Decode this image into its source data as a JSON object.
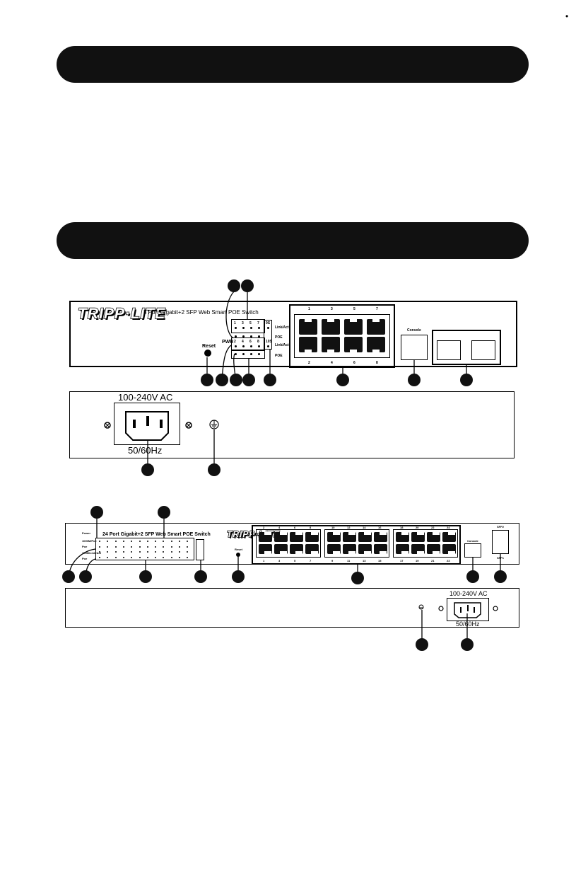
{
  "page": {
    "corner_mark": "•",
    "section_bars": [
      "",
      ""
    ]
  },
  "device8": {
    "logo": "TRIPP·LITE",
    "model_title": "8 Port Gigabit+2 SFP Web Smart POE Switch",
    "reset_label": "Reset",
    "pwr_label": "PWR",
    "led_port_top_numbers": [
      "1",
      "3",
      "5",
      "7"
    ],
    "led_port_bottom_numbers": [
      "2",
      "4",
      "6",
      "8"
    ],
    "sfp_top": "9S",
    "sfp_bottom": "10S",
    "link_act_label": "Link/Act",
    "poe_label": "POE",
    "port_top_numbers": [
      "1",
      "3",
      "5",
      "7"
    ],
    "port_bottom_numbers": [
      "2",
      "4",
      "6",
      "8"
    ],
    "console_label": "Console",
    "power_voltage": "100-240V AC",
    "power_freq": "50/60Hz"
  },
  "device24": {
    "logo": "TRIPP·LITE",
    "model_title": "24 Port Gigabit+2 SFP Web Smart POE Switch",
    "led_rows": [
      "Power",
      "1000M/Poe",
      "Poe",
      "100M/Link/Act",
      "Poe"
    ],
    "reset_label": "Reset",
    "port_top_numbers": [
      "2",
      "4",
      "6",
      "8",
      "10",
      "12",
      "14",
      "16",
      "18",
      "20",
      "22",
      "24"
    ],
    "port_bottom_numbers": [
      "1",
      "3",
      "5",
      "7",
      "9",
      "11",
      "13",
      "15",
      "17",
      "19",
      "21",
      "23"
    ],
    "console_label": "Console",
    "sfp_top_label": "SFP2",
    "sfp_bottom_label": "SFP1",
    "power_voltage": "100-240V AC",
    "power_freq": "50/60Hz"
  }
}
